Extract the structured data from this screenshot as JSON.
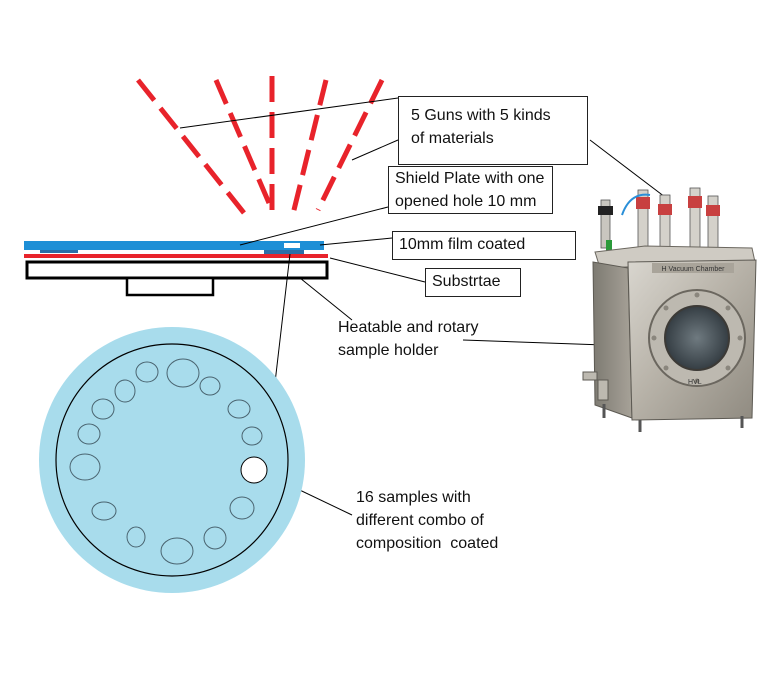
{
  "labels": {
    "guns": [
      "5 Guns with 5 kinds",
      "of materials"
    ],
    "shield": [
      "Shield Plate with one",
      "opened hole 10 mm"
    ],
    "film": "10mm film coated",
    "substrate": "Substrtae",
    "holder": [
      "Heatable and rotary",
      "sample holder"
    ],
    "samples": [
      "16 samples with",
      "different combo of",
      "composition  coated"
    ]
  },
  "chamber_photo": {
    "plate_text": "H Vacuum Chamber",
    "side_text": "HVL"
  },
  "colors": {
    "beam": "#e8232b",
    "shield": "#1e8fd6",
    "wafer": "#a8dcec",
    "substrate_line": "#e8232b"
  },
  "sample_count": 16
}
